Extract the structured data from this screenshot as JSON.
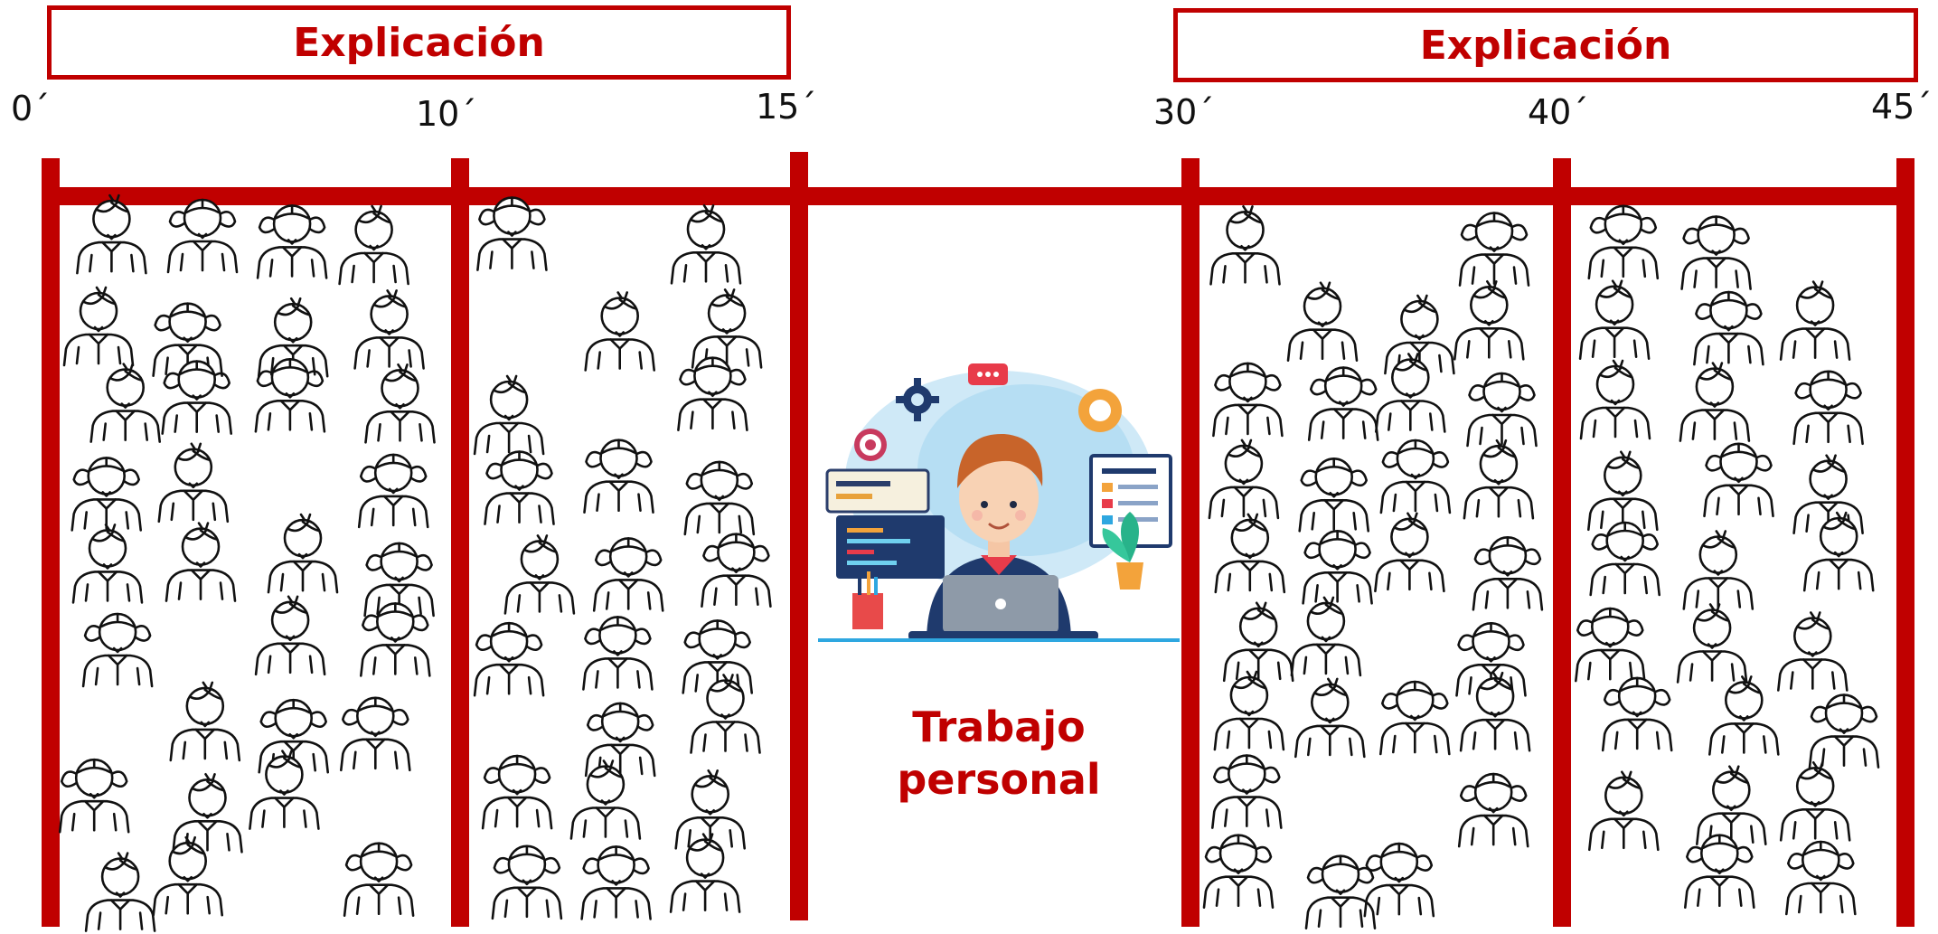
{
  "timeline": {
    "explanation_label_left": "Explicación",
    "explanation_label_right": "Explicación",
    "ticks": [
      "0´",
      "10´",
      "15´",
      "30´",
      "40´",
      "45´"
    ],
    "personal_work_label_line1": "Trabajo",
    "personal_work_label_line2": "personal"
  },
  "colors": {
    "accent": "#c00000",
    "stick_figure": "#111111"
  },
  "icons": {
    "student": "stick-figure-student-icon",
    "student_with_pigtails": "stick-figure-girl-icon",
    "personal_work": "person-with-laptop-illustration"
  }
}
